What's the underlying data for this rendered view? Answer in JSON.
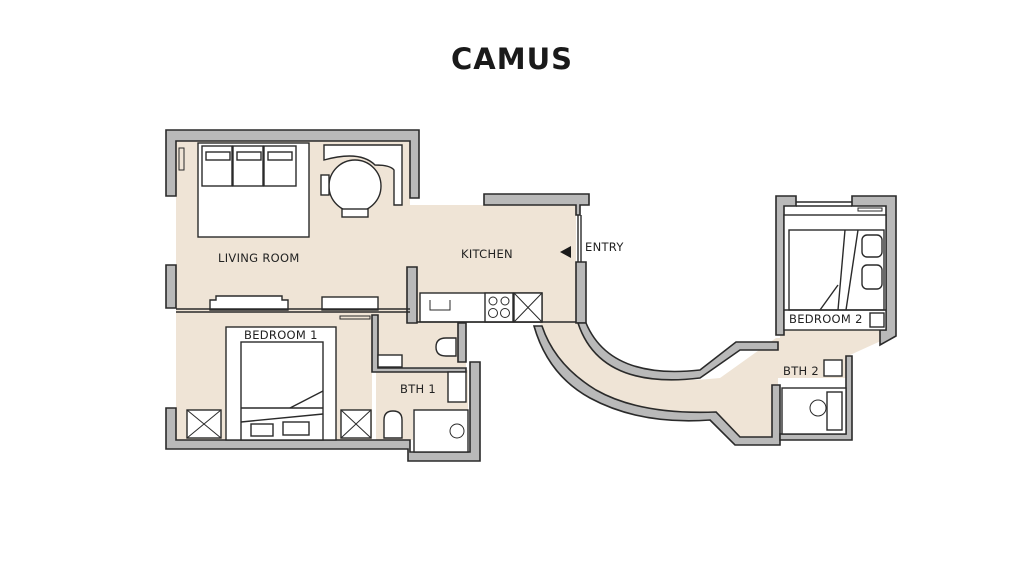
{
  "title": "CAMUS",
  "colors": {
    "floor": "#efe4d6",
    "wall_fill": "#b9b9b9",
    "wall_outline": "#2a2a2a",
    "furniture": "#ffffff",
    "background": "#ffffff"
  },
  "rooms": {
    "living_room": "LIVING ROOM",
    "kitchen": "KITCHEN",
    "entry": "ENTRY",
    "bedroom_1": "BEDROOM 1",
    "bedroom_2": "BEDROOM 2",
    "bath_1": "BTH 1",
    "bath_2": "BTH 2"
  },
  "icons": {
    "entry_arrow": "triangle-left"
  }
}
